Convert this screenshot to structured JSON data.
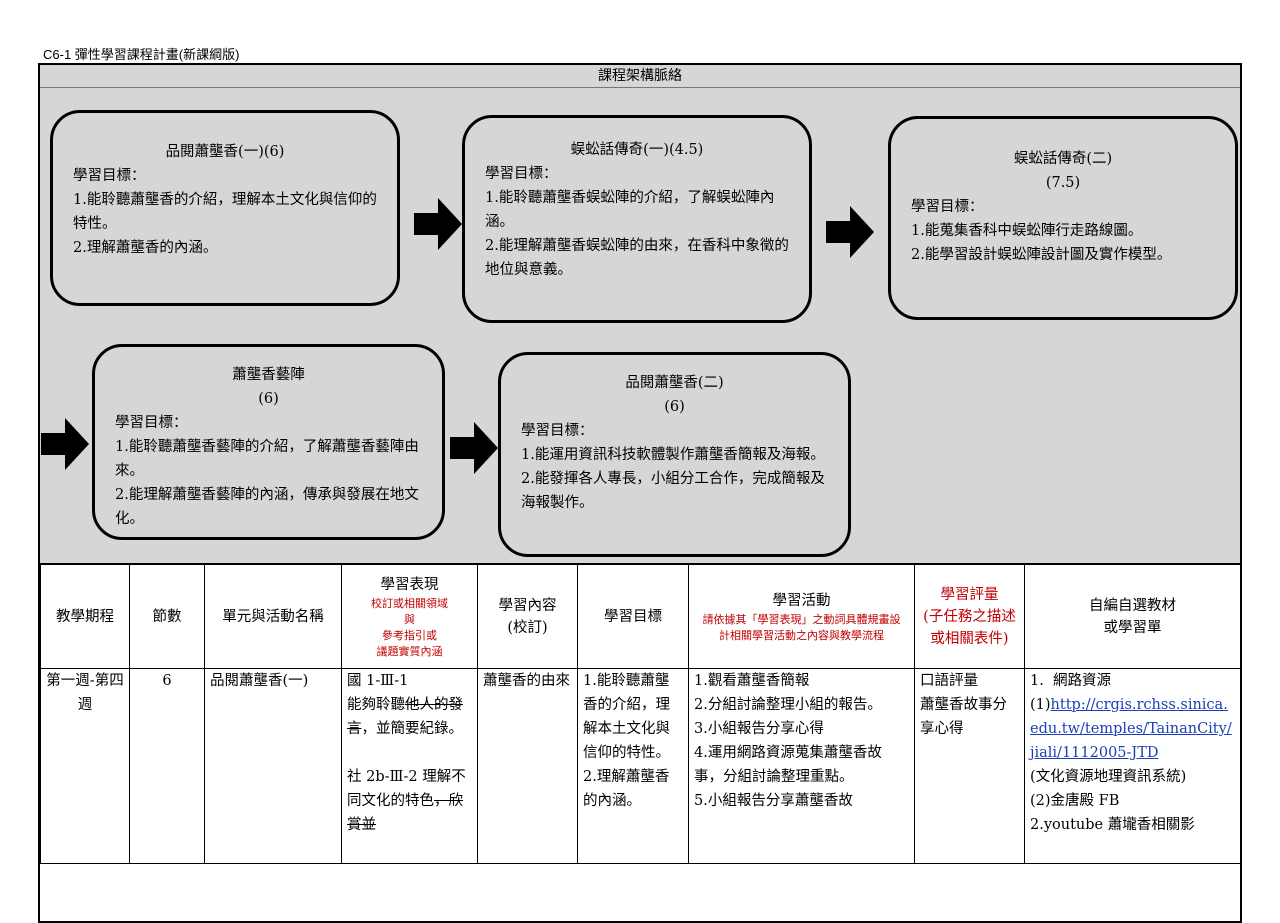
{
  "doc_title": "C6-1 彈性學習課程計畫(新課綱版)",
  "section_title": "課程架構脈絡",
  "boxes": [
    {
      "title": "品閱蕭壟香(一)(6)",
      "goal_label": "學習目標：",
      "items": [
        "1.能聆聽蕭壟香的介紹，理解本土文化與信仰的特性。",
        "2.理解蕭壟香的內涵。"
      ]
    },
    {
      "title": "蜈蚣話傳奇(一)(4.5)",
      "goal_label": "學習目標：",
      "items": [
        "1.能聆聽蕭壟香蜈蚣陣的介紹，了解蜈蚣陣內涵。",
        "2.能理解蕭壟香蜈蚣陣的由來，在香科中象徵的地位與意義。"
      ]
    },
    {
      "title": "蜈蚣話傳奇(二)",
      "subtitle": "(7.5)",
      "goal_label": "學習目標：",
      "items": [
        "1.能蒐集香科中蜈蚣陣行走路線圖。",
        "2.能學習設計蜈蚣陣設計圖及實作模型。"
      ]
    },
    {
      "title": "蕭壟香藝陣",
      "subtitle": "(6)",
      "goal_label": "學習目標：",
      "items": [
        "1.能聆聽蕭壟香藝陣的介紹，了解蕭壟香藝陣由來。",
        "2.能理解蕭壟香藝陣的內涵，傳承與發展在地文化。"
      ]
    },
    {
      "title": "品閱蕭壟香(二)",
      "subtitle": "(6)",
      "goal_label": "學習目標：",
      "items": [
        "1.能運用資訊科技軟體製作蕭壟香簡報及海報。",
        "2.能發揮各人專長，小組分工合作，完成簡報及海報製作。"
      ]
    }
  ],
  "table": {
    "headers": {
      "period": "教學期程",
      "sessions": "節數",
      "unit": "單元與活動名稱",
      "performance": "學習表現",
      "performance_note1": "校訂或相關領域",
      "performance_note2": "與",
      "performance_note3": "參考指引或",
      "performance_note4": "議題實質內涵",
      "content": "學習內容",
      "content_note": "(校訂)",
      "objectives": "學習目標",
      "activities": "學習活動",
      "activities_note": "請依據其「學習表現」之動詞具體規畫設計相關學習活動之內容與教學流程",
      "assessment": "學習評量",
      "assessment_note": "(子任務之描述或相關表件)",
      "materials1": "自編自選教材",
      "materials2": "或學習單"
    },
    "row": {
      "period": "第一週-第四週",
      "sessions": "6",
      "unit": "品閱蕭壟香(一)",
      "perf_code1": "國 1-Ⅲ-1",
      "perf_text1a": "能夠聆聽",
      "perf_strike1": "他人的發言",
      "perf_text1b": "，並簡要紀錄。",
      "perf_code2": "社 2b-Ⅲ-2",
      "perf_text2a": "理解不同文化的特色",
      "perf_strike2": "，欣賞並",
      "content": "蕭壟香的由來",
      "objectives": "1.能聆聽蕭壟香的介紹，理解本土文化與信仰的特性。\n2.理解蕭壟香的內涵。",
      "activities": [
        "1.觀看蕭壟香簡報",
        "2.分組討論整理小組的報告。",
        "3.小組報告分享心得",
        "4.運用網路資源蒐集蕭壟香故事，分組討論整理重點。",
        "5.小組報告分享蕭壟香故"
      ],
      "assessment": "口語評量\n蕭壟香故事分享心得",
      "materials_head": "1.  網路資源",
      "materials_link_prefix": "(1)",
      "materials_link": "http://crgis.rchss.sinica.edu.tw/temples/TainanCity/jiali/1112005-JTD",
      "materials_line2": "(文化資源地理資訊系統)",
      "materials_line3": "(2)金唐殿 FB",
      "materials_line4": "2.youtube 蕭壠香相關影"
    }
  }
}
